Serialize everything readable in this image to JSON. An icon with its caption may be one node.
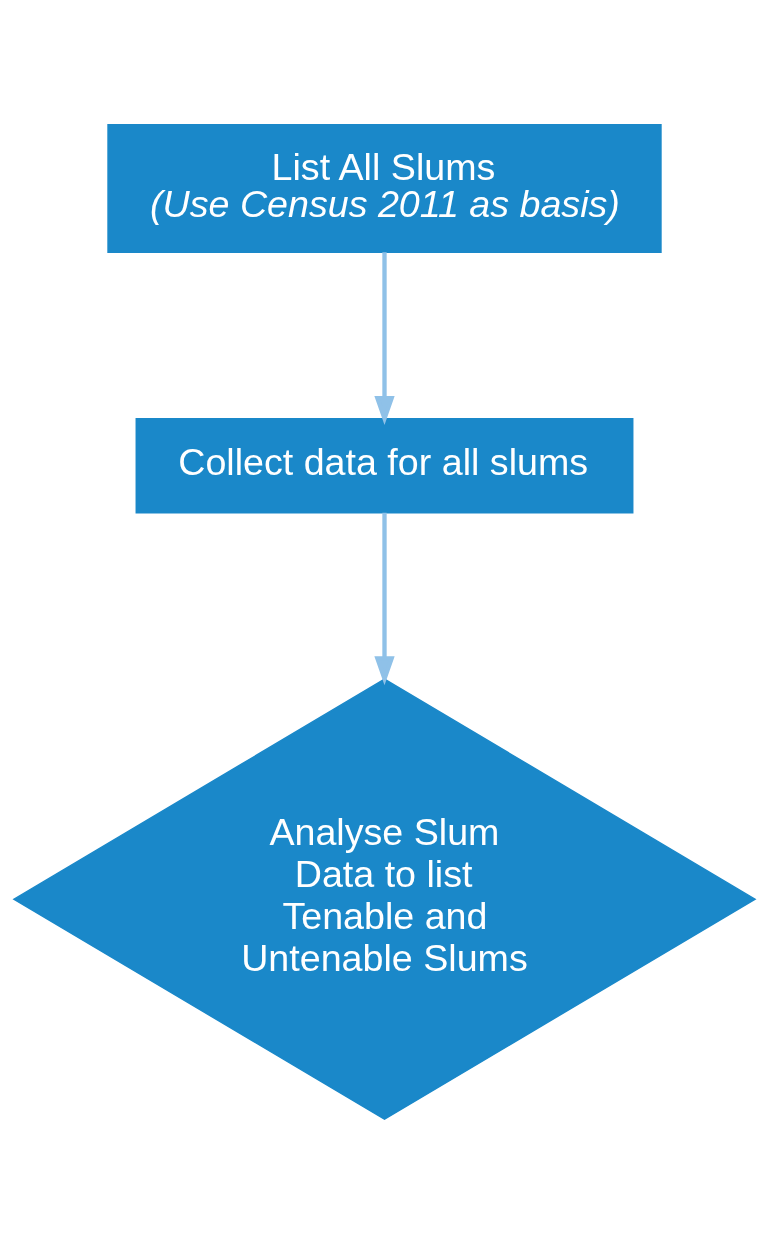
{
  "diagram": {
    "nodes": [
      {
        "text": [
          "List All Slums",
          "(Use Census 2011 as basis)"
        ]
      },
      {
        "text": [
          "Collect data for all slums"
        ]
      },
      {
        "text": [
          "Analyse Slum Data to list Tenable and Untenable Slums"
        ]
      }
    ],
    "edges": [
      {
        "from": 0,
        "to": 1,
        "arrow": "to"
      },
      {
        "from": 1,
        "to": 2,
        "arrow": "to"
      }
    ]
  }
}
